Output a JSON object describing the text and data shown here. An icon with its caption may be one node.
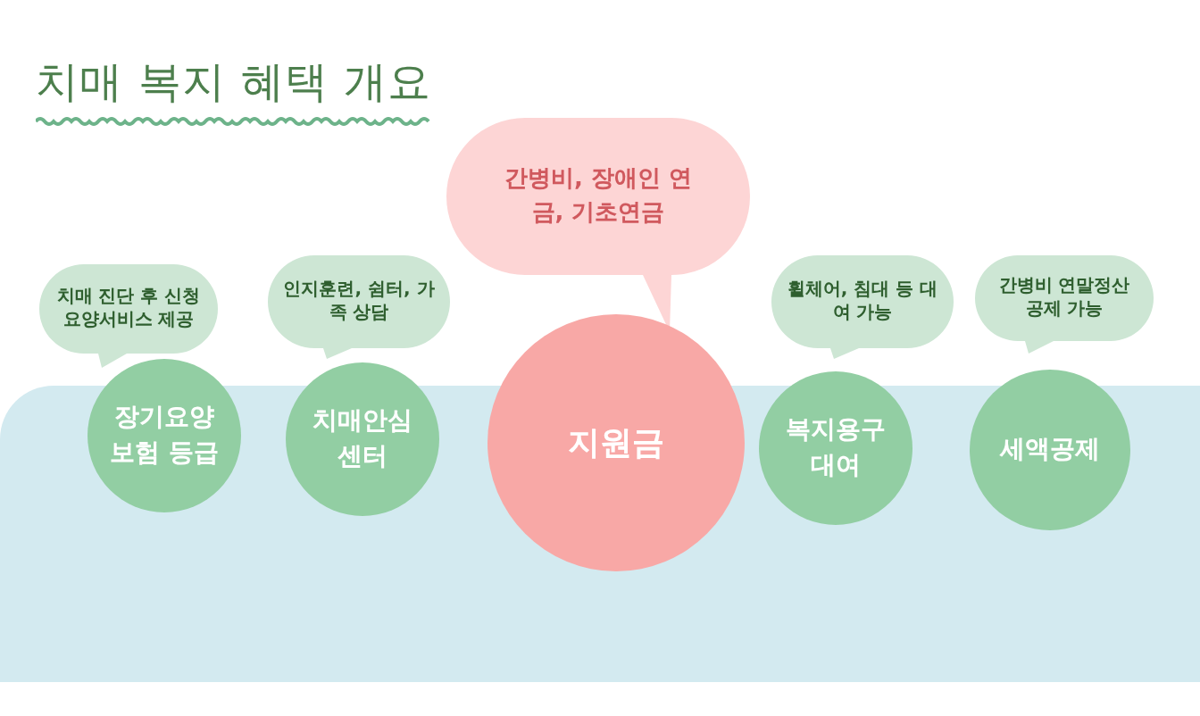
{
  "diagram": {
    "title": "치매 복지 혜택 개요",
    "nodes": [
      {
        "text": [
          "치매 진단 후 신청 요양서비스 제공"
        ]
      },
      {
        "text": [
          "장기요양 보험 등급"
        ]
      },
      {
        "text": [
          "인지훈련, 쉼터, 가족 상담"
        ]
      },
      {
        "text": [
          "치매안심 센터"
        ]
      },
      {
        "text": [
          "간병비, 장애인 연금, 기초연금"
        ]
      },
      {
        "text": [
          "지원금"
        ]
      },
      {
        "text": [
          "휠체어, 침대 등 대여 가능"
        ]
      },
      {
        "text": [
          "복지용구 대여"
        ]
      },
      {
        "text": [
          "간병비 연말정산 공제 가능"
        ]
      },
      {
        "text": [
          "세액공제"
        ]
      }
    ]
  }
}
